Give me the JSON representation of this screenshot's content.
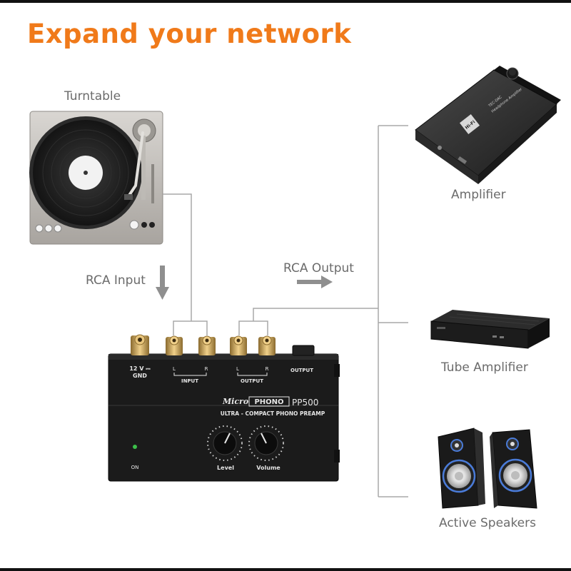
{
  "headline": "Expand your network",
  "labels": {
    "turntable": "Turntable",
    "rca_input": "RCA Input",
    "rca_output": "RCA Output",
    "amplifier": "Amplifier",
    "tube_amplifier": "Tube Amplifier",
    "active_speakers": "Active Speakers"
  },
  "preamp": {
    "power_label": "12 V ⎓",
    "gnd_label": "GND",
    "input_l": "L",
    "input_r": "R",
    "input_label": "INPUT",
    "output_l": "L",
    "output_r": "R",
    "output_label": "OUTPUT",
    "side_output_label": "OUTPUT",
    "brand": "Micro",
    "brand_box": "PHONO",
    "model": "PP500",
    "subtitle": "ULTRA - COMPACT  PHONO  PREAMP",
    "on_label": "ON",
    "knob_level": "Level",
    "knob_volume": "Volume"
  },
  "amplifier_device": {
    "badge": "Hi-Fi",
    "text_line1": "TEC-DAC",
    "text_line2": "Headphone Amplifier"
  },
  "colors": {
    "headline": "#f07a1a",
    "label_text": "#6b6b6b",
    "connector_line": "#a8a8a8",
    "preamp_body": "#1b1b1b",
    "gold": "#c9a25a"
  }
}
